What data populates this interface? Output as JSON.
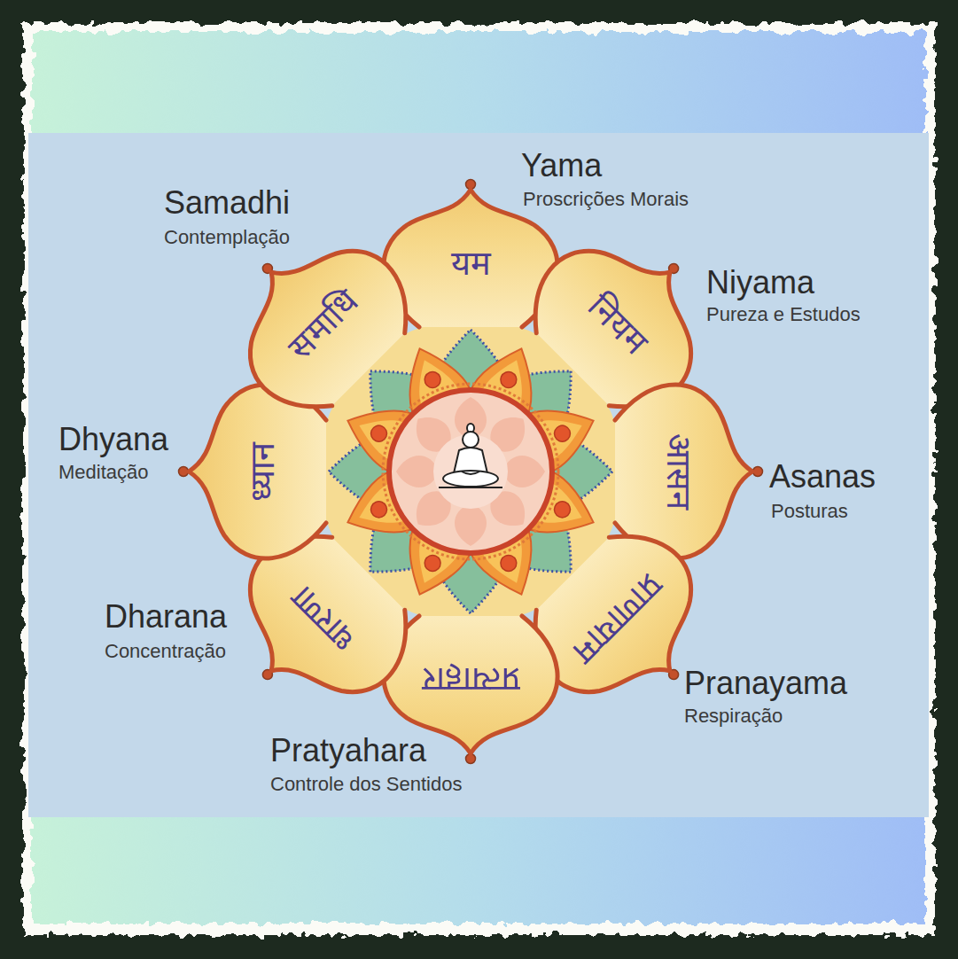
{
  "diagram": {
    "nodes": [
      {
        "text": [
          "यम"
        ]
      },
      {
        "text": [
          "नियम"
        ]
      },
      {
        "text": [
          "आसन"
        ]
      },
      {
        "text": [
          "प्राणायाम"
        ]
      },
      {
        "text": [
          "प्रत्याहार"
        ]
      },
      {
        "text": [
          "धारणा"
        ]
      },
      {
        "text": [
          "ध्यान"
        ]
      },
      {
        "text": [
          "समाधि"
        ]
      }
    ],
    "labels": [
      "Yama",
      "Proscrições Morais",
      "Niyama",
      "Pureza e Estudos",
      "Asanas",
      "Posturas",
      "Pranayama",
      "Respiração",
      "Pratyahara",
      "Controle dos Sentidos",
      "Dharana",
      "Concentração",
      "Dhyana",
      "Meditação",
      "Samadhi",
      "Contemplação"
    ]
  }
}
